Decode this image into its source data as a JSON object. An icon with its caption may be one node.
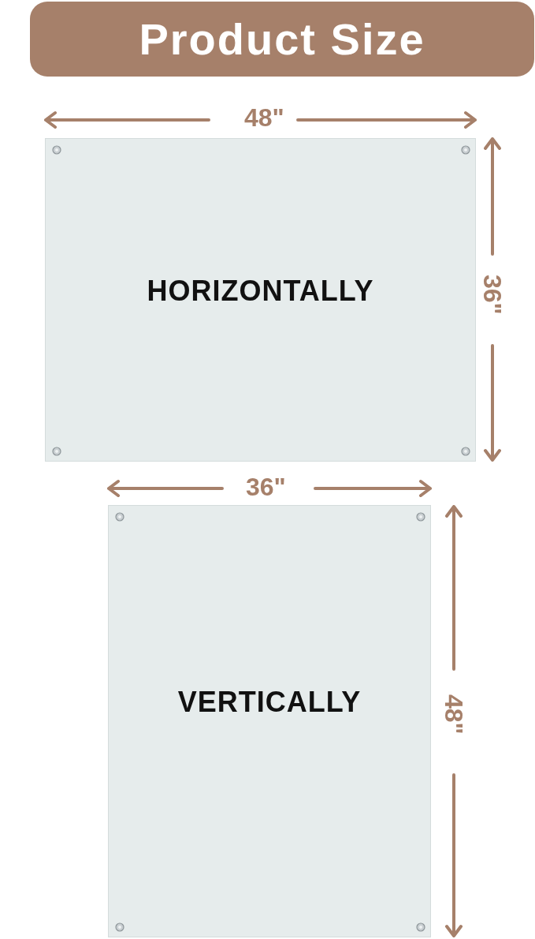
{
  "diagram": {
    "title": "Product Size",
    "nodes": [
      {
        "text": [
          "HORIZONTALLY"
        ]
      },
      {
        "text": [
          "VERTICALLY"
        ]
      }
    ],
    "labels": [
      "48\"",
      "36\"",
      "36\"",
      "48\""
    ]
  }
}
